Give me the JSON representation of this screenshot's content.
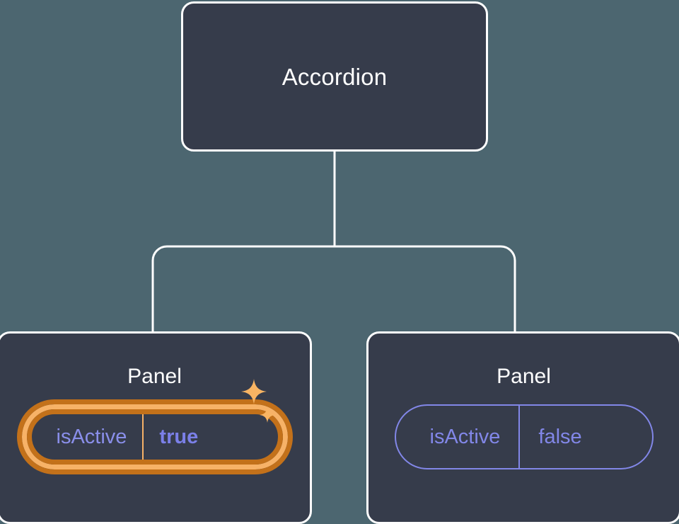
{
  "diagram": {
    "type": "component-tree",
    "background_color": "#4c6670",
    "node_fill_color": "#363c4b",
    "node_border_color": "#ffffff",
    "connector_color": "#ffffff",
    "accent_highlight_outer": "#c3711a",
    "accent_highlight_inner": "#f7b267",
    "prop_text_color": "#8287e8",
    "sparkle_color": "#f8b463"
  },
  "root": {
    "label": "Accordion"
  },
  "panels": [
    {
      "title": "Panel",
      "highlighted": true,
      "prop": {
        "key": "isActive",
        "value": "true"
      },
      "sparkles": [
        "sparkle-large-icon",
        "sparkle-small-icon"
      ]
    },
    {
      "title": "Panel",
      "highlighted": false,
      "prop": {
        "key": "isActive",
        "value": "false"
      },
      "sparkles": []
    }
  ],
  "edges": [
    {
      "from": "Accordion",
      "to": "Panel (isActive true)"
    },
    {
      "from": "Accordion",
      "to": "Panel (isActive false)"
    }
  ]
}
